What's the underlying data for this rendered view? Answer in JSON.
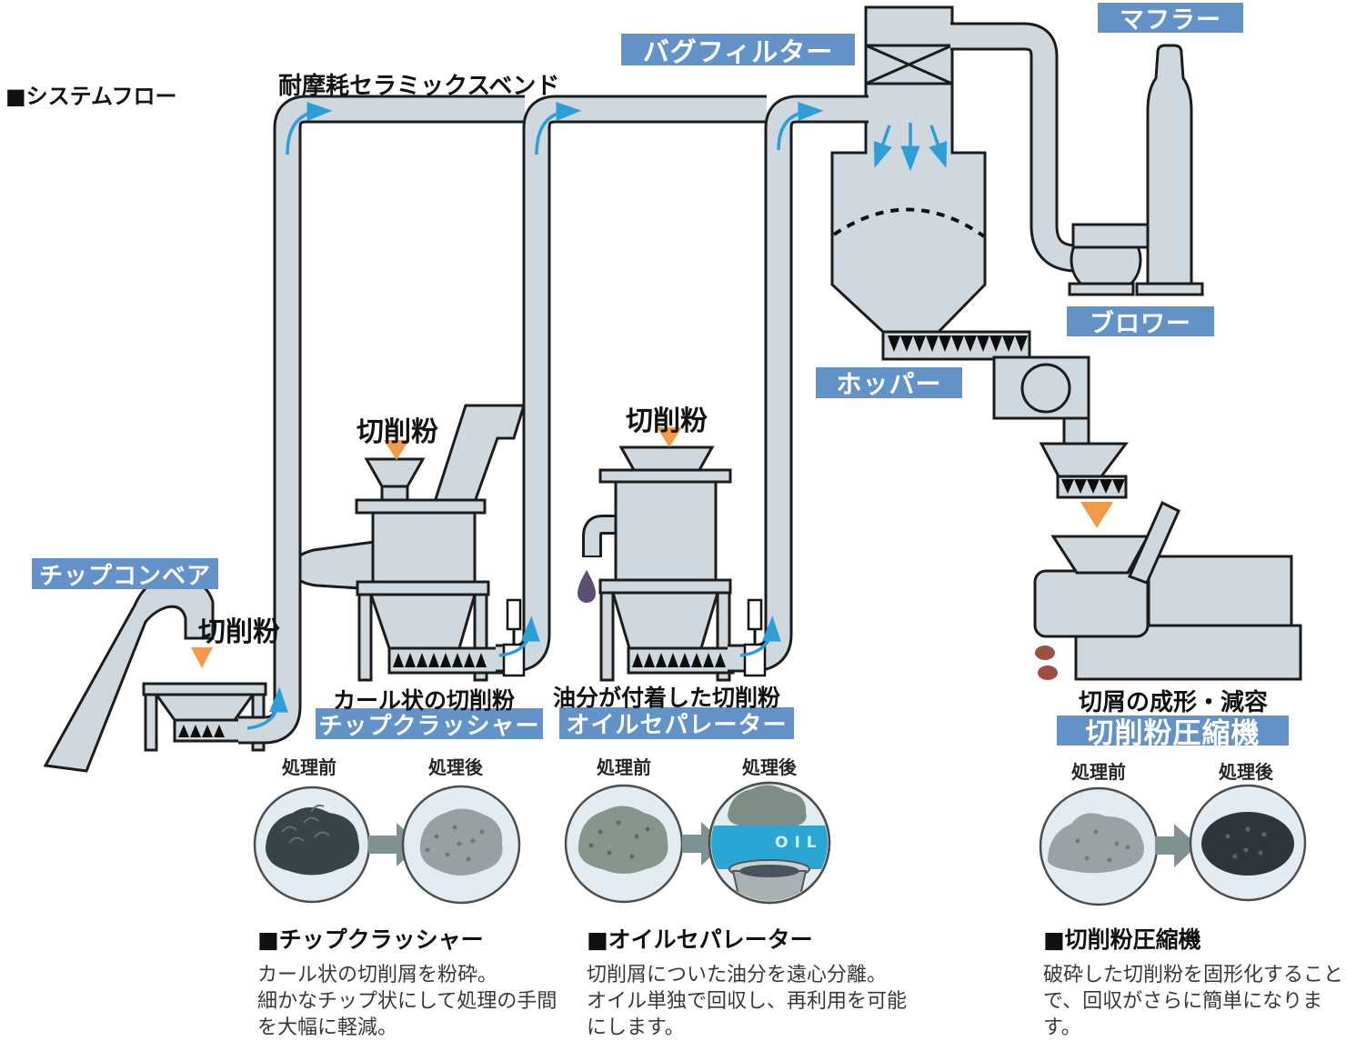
{
  "title": "■システムフロー",
  "pipe_label": "耐摩耗セラミックスベンド",
  "badges": {
    "bag_filter": "バグフィルター",
    "muffler": "マフラー",
    "blower": "ブロワー",
    "hopper": "ホッパー",
    "chip_conveyor": "チップコンベア",
    "chip_crusher": "チップクラッシャー",
    "oil_separator": "オイルセパレーター",
    "compressor": "切削粉圧縮機"
  },
  "labels": {
    "cutting_powder": "切削粉",
    "curled_chips": "カール状の切削粉",
    "oily_chips": "油分が付着した切削粉",
    "forming": "切屑の成形・減容",
    "before": "処理前",
    "after": "処理後",
    "oil": "OIL"
  },
  "descriptions": [
    {
      "heading": "■チップクラッシャー",
      "body": "カール状の切削屑を粉砕。\n細かなチップ状にして処理の手間\nを大幅に軽減。"
    },
    {
      "heading": "■オイルセパレーター",
      "body": "切削屑についた油分を遠心分離。\nオイル単独で回収し、再利用を可能\nにします。"
    },
    {
      "heading": "■切削粉圧縮機",
      "body": "破砕した切削粉を固形化すること\nで、回収がさらに簡単になりま\nす。"
    }
  ],
  "colors": {
    "badge_blue": "#6392c8",
    "pipe_fill": "#ced8de",
    "outline": "#1c1c1c",
    "flow_arrow_blue": "#2e9ed8",
    "drop_orange": "#f09a4a",
    "oil_drop_purple": "#5c4f73",
    "pellet_brown": "#9e4f44",
    "oil_band_blue": "#2ba6d4"
  }
}
